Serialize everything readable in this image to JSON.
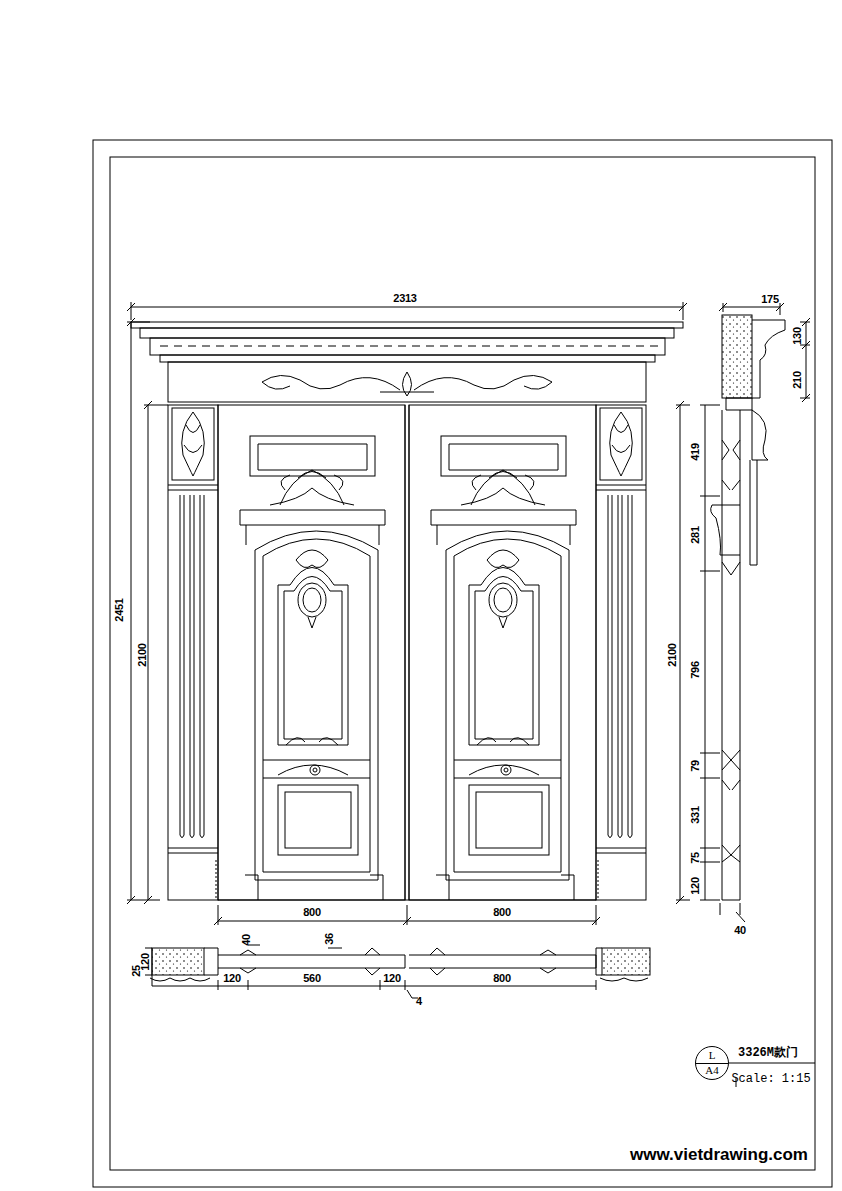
{
  "diagram": {
    "nodes": [
      {
        "text": [
          "L",
          "A4"
        ]
      }
    ],
    "labels": [
      "2313",
      "175",
      "130",
      "210",
      "2451",
      "2100",
      "419",
      "281",
      "2100",
      "796",
      "79",
      "331",
      "75",
      "120",
      "40",
      "800",
      "800",
      "40",
      "36",
      "25",
      "120",
      "120",
      "560",
      "120",
      "800",
      "4",
      "3326M款门",
      "Scale: 1:15",
      "www.vietdrawing.com"
    ]
  }
}
